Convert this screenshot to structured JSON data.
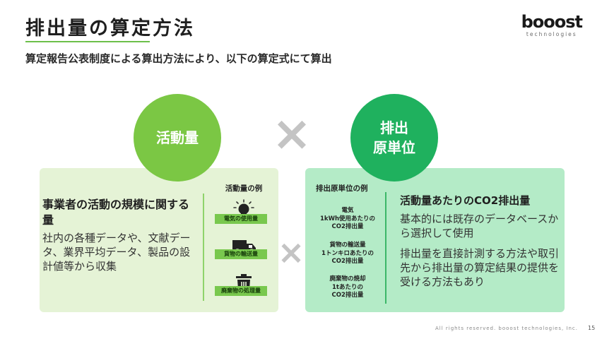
{
  "header": {
    "title": "排出量の算定方法",
    "subtitle": "算定報告公表制度による算出方法により、以下の算定式にて算出"
  },
  "logo": {
    "word": "booost",
    "sub": "technologies"
  },
  "circles": {
    "left_label": "活動量",
    "right_label_line1": "排出",
    "right_label_line2": "原単位"
  },
  "operator": "×",
  "left_panel": {
    "heading": "事業者の活動の規模に関する量",
    "body": "社内の各種データや、文献データ、業界平均データ、製品の設計値等から収集",
    "examples_title": "活動量の例",
    "examples": [
      {
        "label": "電気の使用量",
        "icon": "light-bulb-icon"
      },
      {
        "label": "貨物の輸送量",
        "icon": "truck-icon"
      },
      {
        "label": "廃棄物の処理量",
        "icon": "trash-can-icon"
      }
    ]
  },
  "right_panel": {
    "examples_title": "排出原単位の例",
    "examples": [
      {
        "line1": "電気",
        "line2": "1kWh使用あたりの",
        "line3": "CO2排出量"
      },
      {
        "line1": "貨物の輸送量",
        "line2": "1トンキロあたりの",
        "line3": "CO2排出量"
      },
      {
        "line1": "廃棄物の焼却",
        "line2": "1tあたりの",
        "line3": "CO2排出量"
      }
    ],
    "heading": "活動量あたりのCO2排出量",
    "body1": "基本的には既存のデータベースから選択して使用",
    "body2": "排出量を直接計測する方法や取引先から排出量の算定結果の提供を受ける方法もあり"
  },
  "footer": {
    "copyright": "All rights reserved. booost technologies, Inc.",
    "page": "15"
  },
  "colors": {
    "green_light": "#7bc744",
    "green_dark": "#1fb15e",
    "panel_left": "#e5f3d6",
    "panel_right": "#b4ebc7"
  }
}
